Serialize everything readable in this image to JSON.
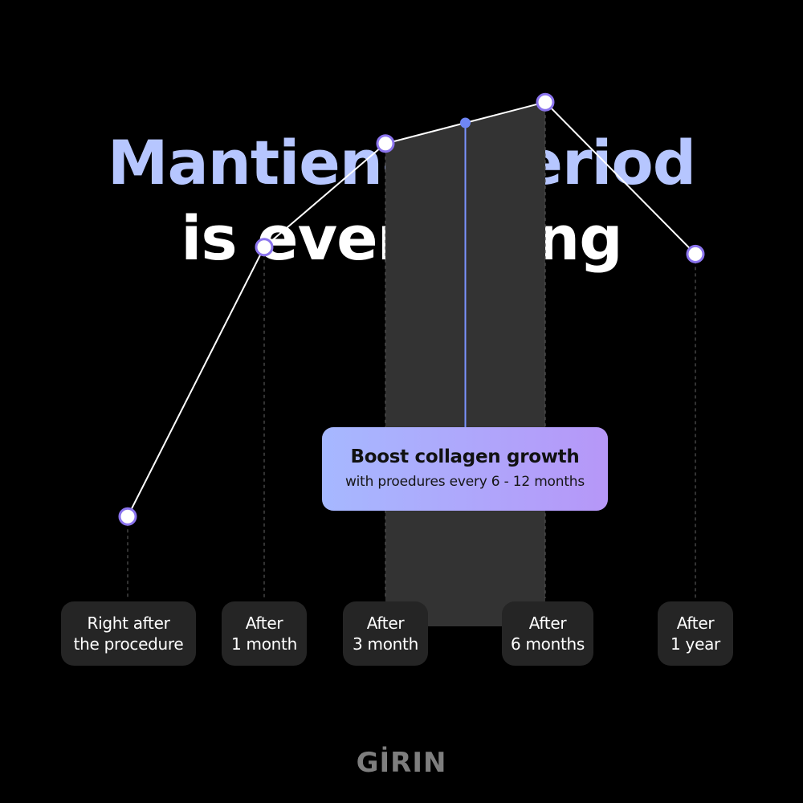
{
  "title": {
    "line1": "Mantience period",
    "line2_regular": "is",
    "line2_bold": "everything"
  },
  "chart_data": {
    "type": "line",
    "categories": [
      "Right after\nthe procedure",
      "After\n1 month",
      "After\n3 month",
      "After\n6 months",
      "After\n1 year"
    ],
    "values": [
      38,
      77,
      92,
      98,
      76
    ],
    "extra_point": {
      "between": [
        2,
        3
      ],
      "value": 95
    },
    "highlight_band": {
      "from_index": 2,
      "to_index": 3
    },
    "ylim": [
      0,
      100
    ],
    "grid": false,
    "annotation": {
      "title": "Boost collagen growth",
      "subtitle": "with proedures every 6 - 12 months"
    },
    "colors": {
      "line": "#ffffff",
      "marker_stroke": "#8b74ee",
      "marker_fill": "#ffffff",
      "mid_marker": "#6f86f5",
      "band": "#333333",
      "connector": "#7b93ff"
    }
  },
  "brand": "GİRIN"
}
